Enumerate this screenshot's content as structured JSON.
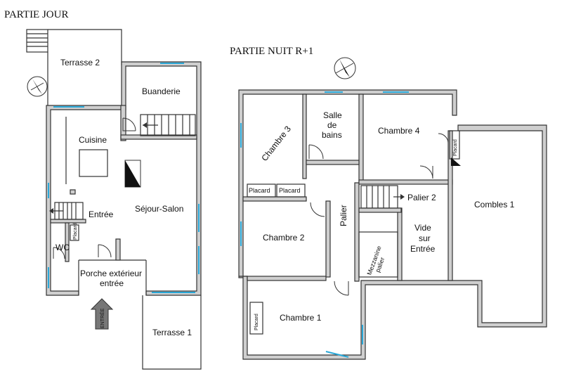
{
  "titles": {
    "day": "PARTIE JOUR",
    "night": "PARTIE NUIT R+1"
  },
  "day_rooms": {
    "terrasse2": "Terrasse 2",
    "buanderie": "Buanderie",
    "cuisine": "Cuisine",
    "entree": "Entrée",
    "sejour": "Séjour-Salon",
    "placard": "Placard",
    "wc": "WC",
    "porche_line1": "Porche extérieur",
    "porche_line2": "entrée",
    "terrasse1": "Terrasse 1",
    "entry_arrow": "ENTRÉE"
  },
  "night_rooms": {
    "chambre3": "Chambre 3",
    "sdb_line1": "Salle",
    "sdb_line2": "de",
    "sdb_line3": "bains",
    "chambre4": "Chambre 4",
    "placard_right": "Placard",
    "placard_a": "Placard",
    "placard_b": "Placard",
    "palier": "Palier",
    "palier2": "Palier 2",
    "combles1": "Combles 1",
    "chambre2": "Chambre 2",
    "vide_line1": "Vide",
    "vide_line2": "sur",
    "vide_line3": "Entrée",
    "mezzanine_line1": "Mezzanine",
    "mezzanine_line2": "palier",
    "chambre1": "Chambre 1",
    "placard_ch1": "Placard"
  },
  "colors": {
    "wall": "#cfcfcf",
    "window": "#29a8d8",
    "line": "#333333"
  }
}
